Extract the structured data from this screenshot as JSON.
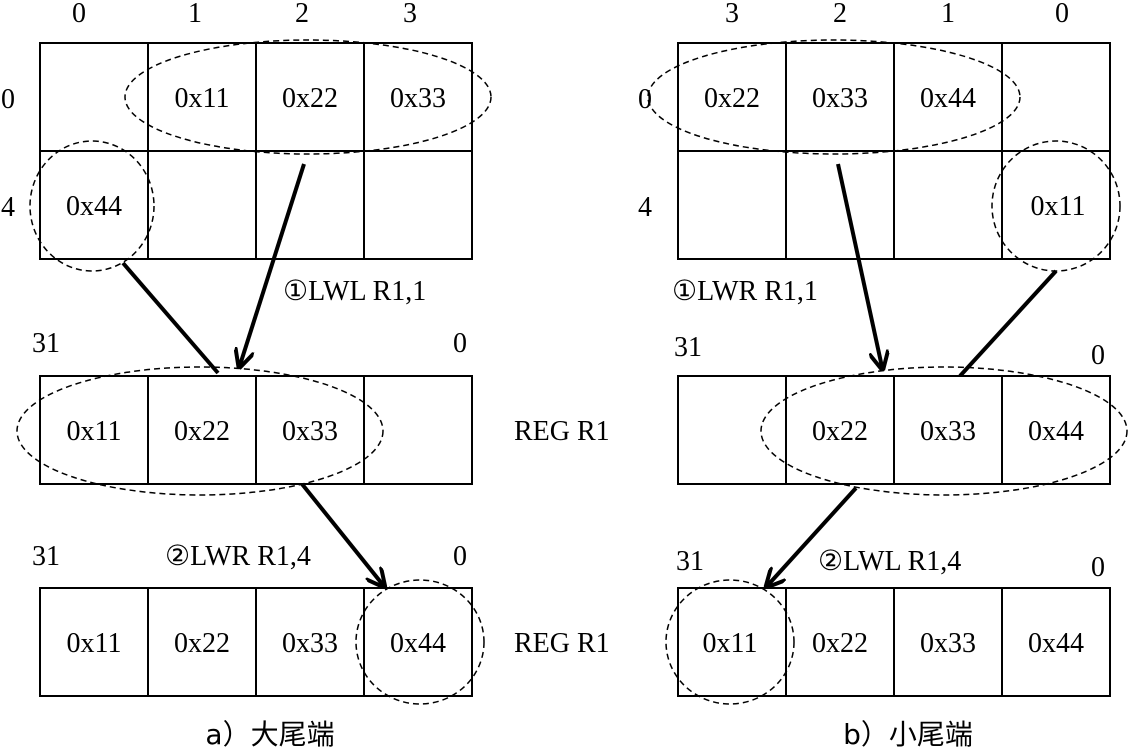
{
  "big_endian": {
    "col_labels": [
      "0",
      "1",
      "2",
      "3"
    ],
    "row_labels": [
      "0",
      "4"
    ],
    "mem_row0": [
      "",
      "0x11",
      "0x22",
      "0x33"
    ],
    "mem_row1": [
      "0x44",
      "",
      "",
      ""
    ],
    "step1": "①LWL R1,1",
    "step2": "②LWR R1,4",
    "reg1_msb": "31",
    "reg1_lsb": "0",
    "reg1": [
      "0x11",
      "0x22",
      "0x33",
      ""
    ],
    "reg1_label": "REG R1",
    "reg2_msb": "31",
    "reg2_lsb": "0",
    "reg2": [
      "0x11",
      "0x22",
      "0x33",
      "0x44"
    ],
    "reg2_label": "REG R1",
    "caption": "a）大尾端"
  },
  "little_endian": {
    "col_labels": [
      "3",
      "2",
      "1",
      "0"
    ],
    "row_labels": [
      "0",
      "4"
    ],
    "mem_row0": [
      "0x22",
      "0x33",
      "0x44",
      ""
    ],
    "mem_row1": [
      "",
      "",
      "",
      "0x11"
    ],
    "step1": "①LWR R1,1",
    "step2": "②LWL R1,4",
    "reg1_msb": "31",
    "reg1_lsb": "0",
    "reg1": [
      "",
      "0x22",
      "0x33",
      "0x44"
    ],
    "reg2_msb": "31",
    "reg2_lsb": "0",
    "reg2": [
      "0x11",
      "0x22",
      "0x33",
      "0x44"
    ],
    "caption": "b）小尾端"
  }
}
